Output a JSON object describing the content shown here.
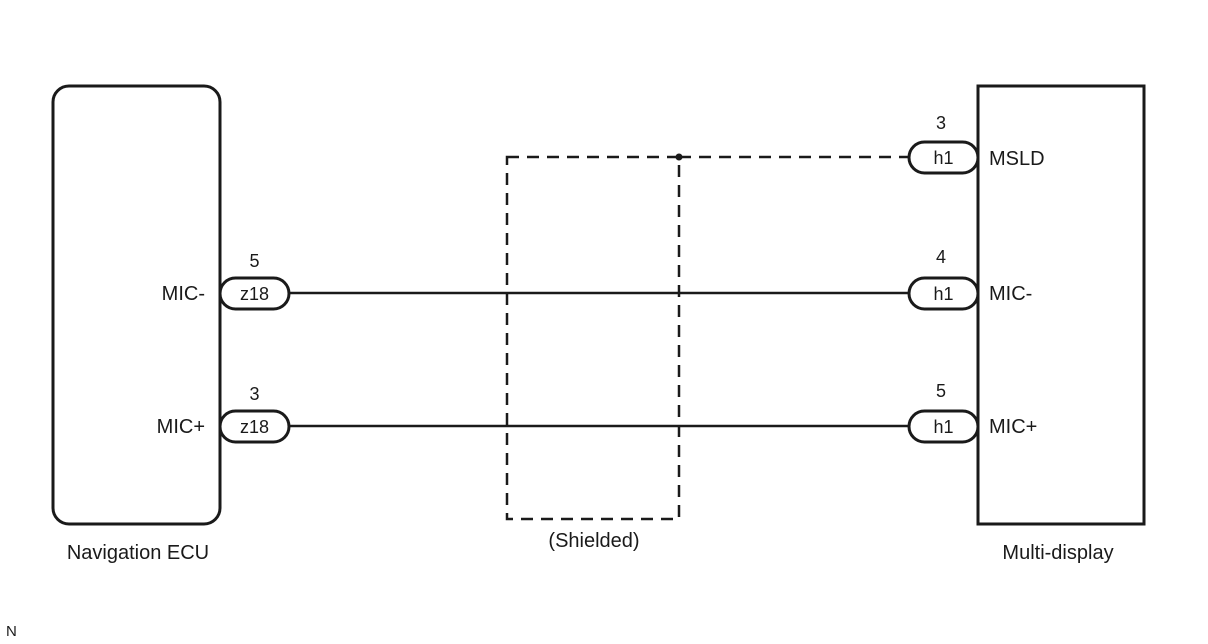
{
  "left_component": {
    "name": "Navigation ECU",
    "connector": "z18",
    "pins": [
      {
        "number": "5",
        "signal": "MIC-"
      },
      {
        "number": "3",
        "signal": "MIC+"
      }
    ]
  },
  "right_component": {
    "name": "Multi-display",
    "connector": "h1",
    "pins": [
      {
        "number": "3",
        "signal": "MSLD"
      },
      {
        "number": "4",
        "signal": "MIC-"
      },
      {
        "number": "5",
        "signal": "MIC+"
      }
    ]
  },
  "shield": {
    "label": "(Shielded)"
  },
  "corner_mark": "N"
}
